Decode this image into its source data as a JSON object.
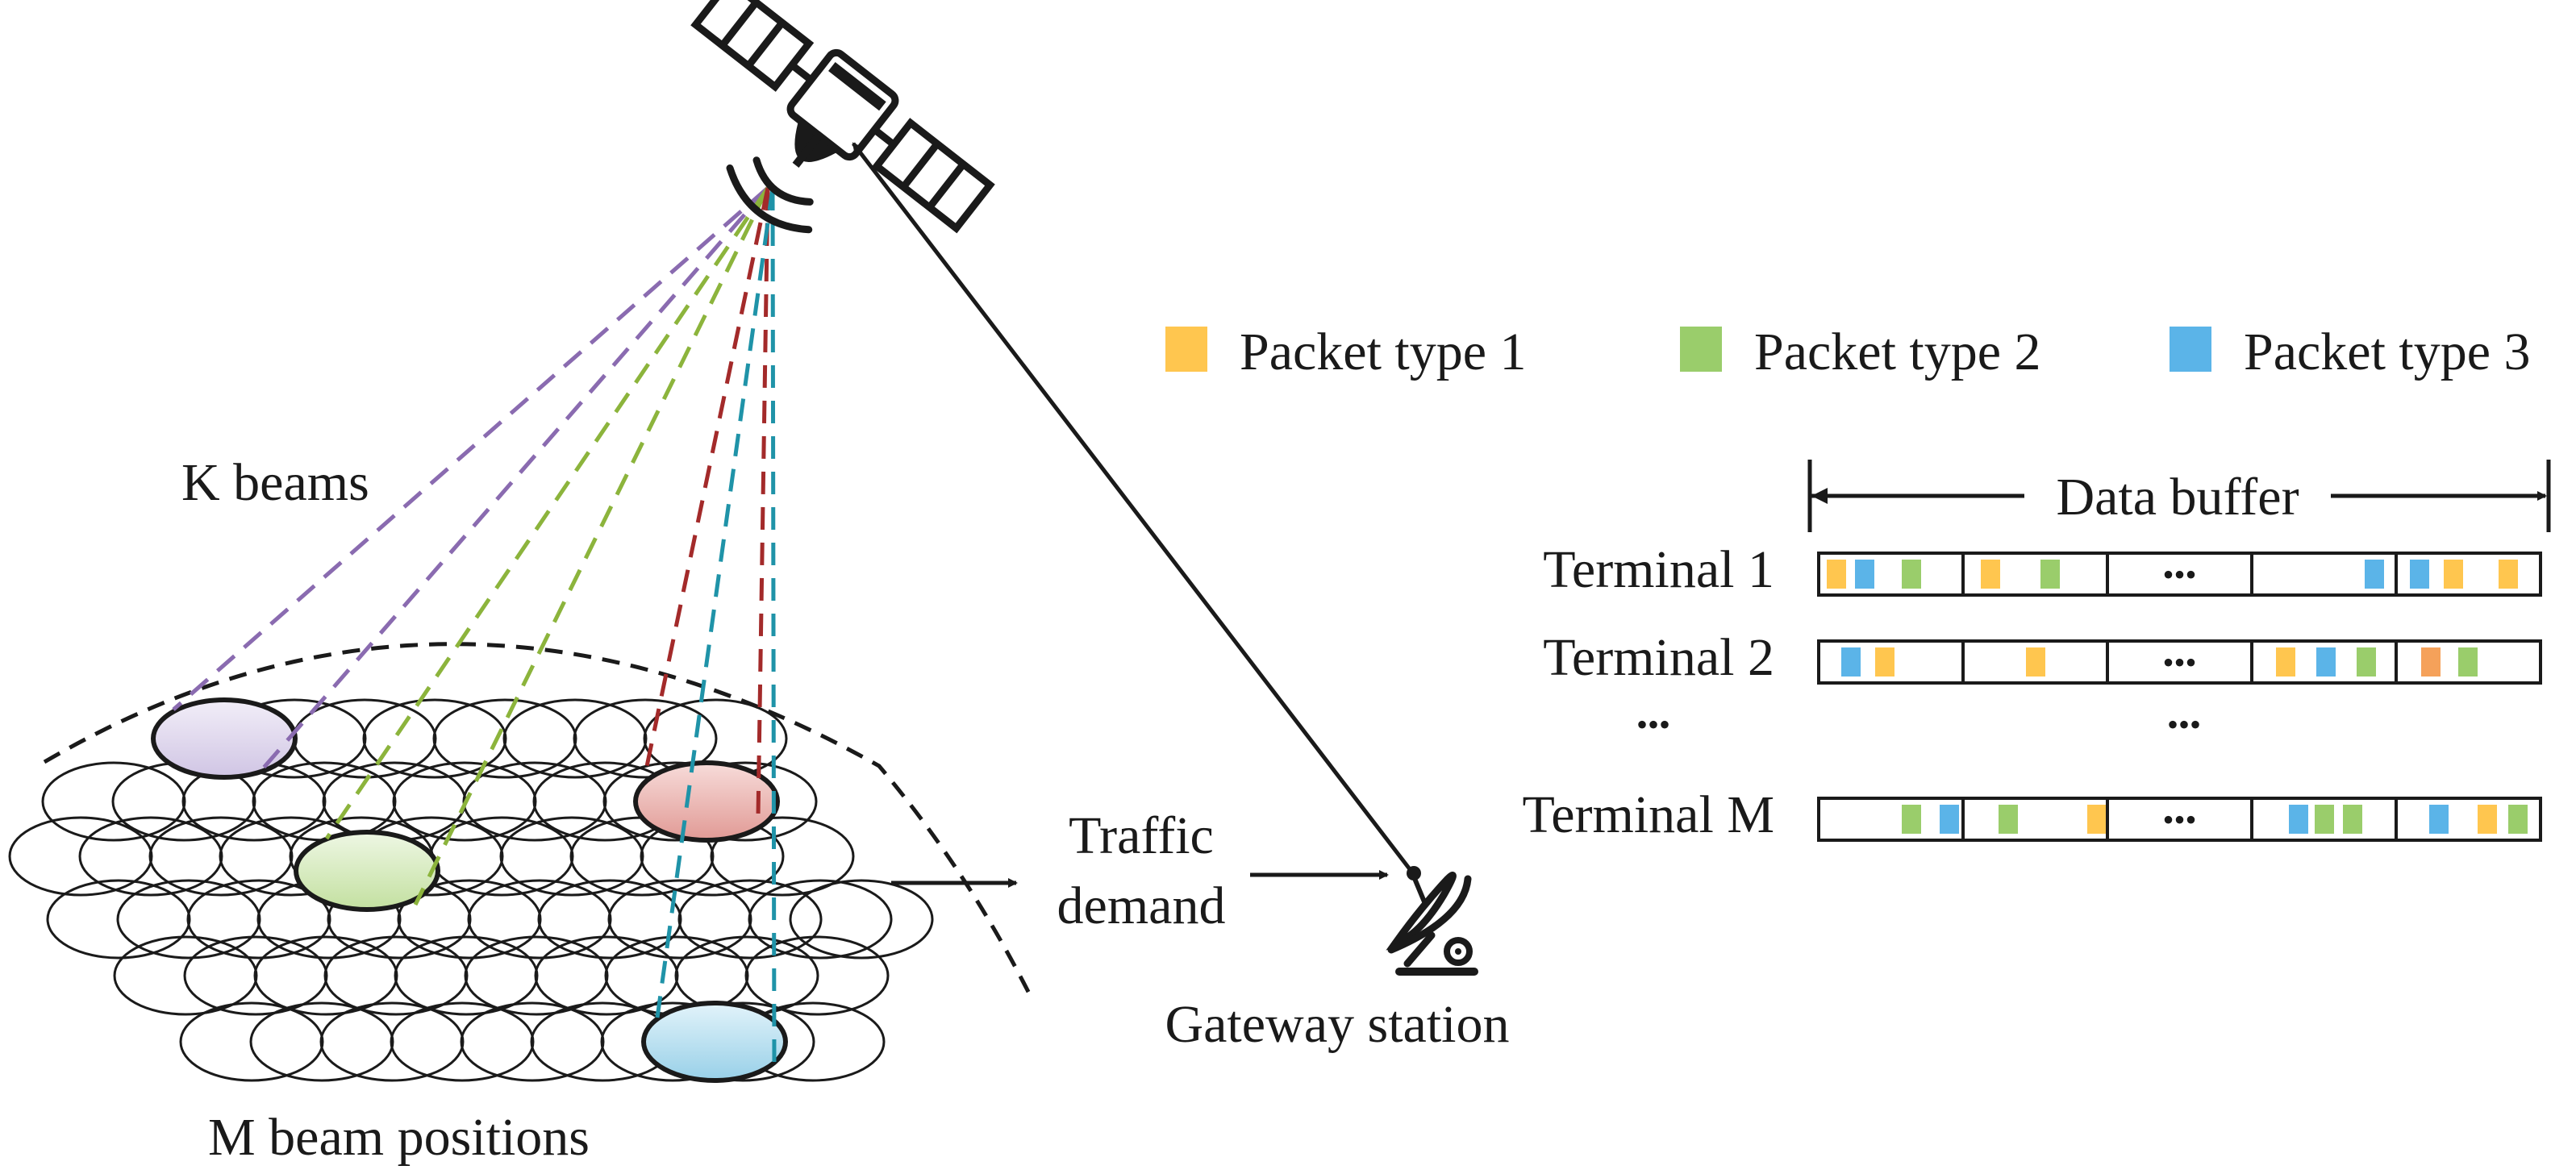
{
  "labels": {
    "k_beams": "K beams",
    "m_beam_positions": "M beam positions",
    "traffic_line1": "Traffic",
    "traffic_line2": "demand",
    "gateway": "Gateway station",
    "data_buffer": "Data buffer"
  },
  "legend": [
    {
      "label": "Packet type 1",
      "color": "#FFC64F"
    },
    {
      "label": "Packet type 2",
      "color": "#9ACD6B"
    },
    {
      "label": "Packet type 3",
      "color": "#5BB4E8"
    }
  ],
  "terminals": [
    {
      "label": "Terminal 1",
      "ellipsis": "•••"
    },
    {
      "label": "Terminal 2",
      "ellipsis": "•••"
    },
    {
      "label": "Terminal M",
      "ellipsis": "•••"
    }
  ],
  "vertical_dots": [
    "•••",
    "•••"
  ],
  "colors": {
    "type1": "#FFC64F",
    "type2": "#9ACD6B",
    "type3": "#5BB4E8",
    "orange": "#F5A15A",
    "beam_purple": "#8A6BB0",
    "beam_green": "#8CB43C",
    "beam_red": "#A32A2A",
    "beam_teal": "#1F93A8",
    "cell_purple": "#DCD4EC",
    "cell_green": "#CFE6B0",
    "cell_red": "#E8A4A0",
    "cell_blue": "#A6D8EC"
  },
  "icons": [
    "satellite-icon",
    "gateway-dish-icon"
  ]
}
